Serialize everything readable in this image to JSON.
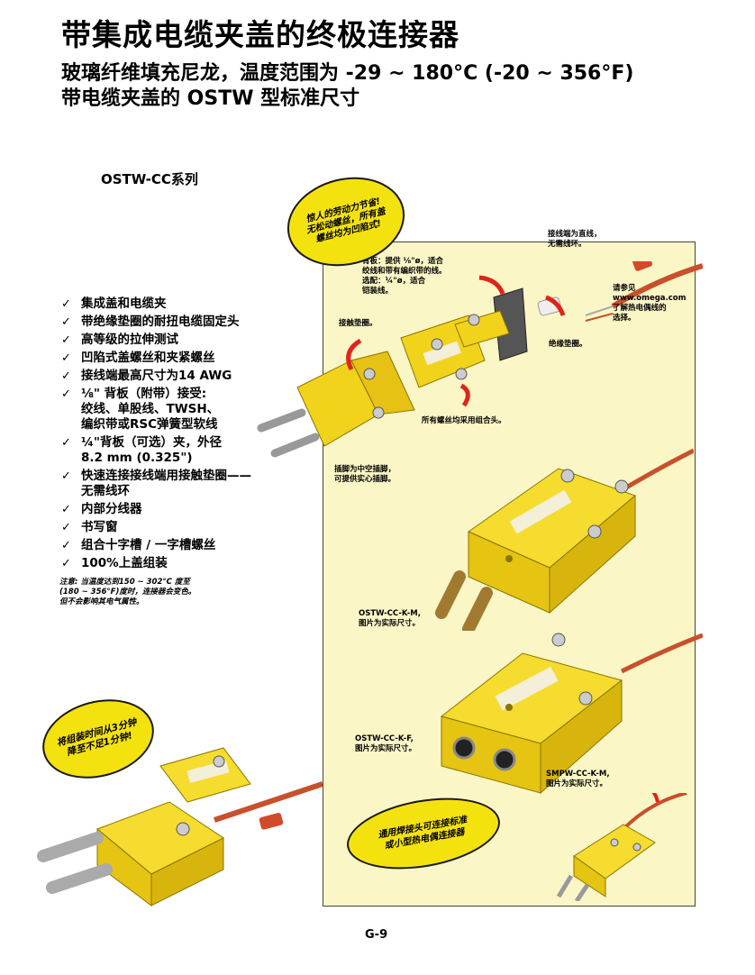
{
  "header": {
    "title": "带集成电缆夹盖的终极连接器",
    "subtitle_line1": "玻璃纤维填充尼龙，温度范围为 -29 ~ 180°C (-20 ~ 356°F)",
    "subtitle_line2": "带电缆夹盖的 OSTW 型标准尺寸"
  },
  "series": "OSTW-CC系列",
  "features": [
    "集成盖和电缆夹",
    "带绝缘垫圈的耐扭电缆固定头",
    "高等级的拉伸测试",
    "凹陷式盖螺丝和夹紧螺丝",
    "接线端最高尺寸为14 AWG",
    "⅛\" 背板（附带）接受:\n绞线、单股线、TWSH、\n编织带或RSC弹簧型软线",
    "¼\"背板（可选）夹，外径\n8.2 mm (0.325\")",
    "快速连接接线端用接触垫圈——\n无需线环",
    "内部分线器",
    "书写窗",
    "组合十字槽 / 一字槽螺丝",
    "100%上盖组装"
  ],
  "check_glyph": "✓",
  "note": "注意: 当温度达到150 ~ 302°C 度至\n(180 ~ 356°F)度时，连接器会变色。\n但不会影响其电气属性。",
  "badges": {
    "screws": "惊人的劳动力节省!\n无松动螺丝，所有盖\n螺丝均为凹陷式!",
    "assembly": "将组装时间从3分钟\n降至不足1分钟!",
    "compat": "通用焊接头可连接标准\n或小型热电偶连接器"
  },
  "callouts": {
    "backplate": "背板：提供 ⅛\"ø，适合\n绞线和带有编织带的线。\n选配：¼\"ø，适合\n铠装线。",
    "wire_end": "接线端为直线，\n无需线环。",
    "see_omega": "请参见\nwww.omega.com\n了解热电偶线的\n选择。",
    "contact_washer": "接触垫圈。",
    "insulating_washer": "绝缘垫圈。",
    "combo_screws": "所有螺丝均采用组合头。",
    "hollow_pins": "插脚为中空插脚，\n可提供实心插脚。",
    "male": "OSTW-CC-K-M,\n图片为实际尺寸。",
    "female": "OSTW-CC-K-F,\n图片为实际尺寸。",
    "mini": "SMPW-CC-K-M,\n图片为实际尺寸。"
  },
  "page_number": "G-9",
  "colors": {
    "connector": "#f2d31b",
    "panel": "#fbf6c6",
    "arrow": "#e0241b",
    "cable": "#c8502a",
    "badge": "#f4e20f"
  }
}
